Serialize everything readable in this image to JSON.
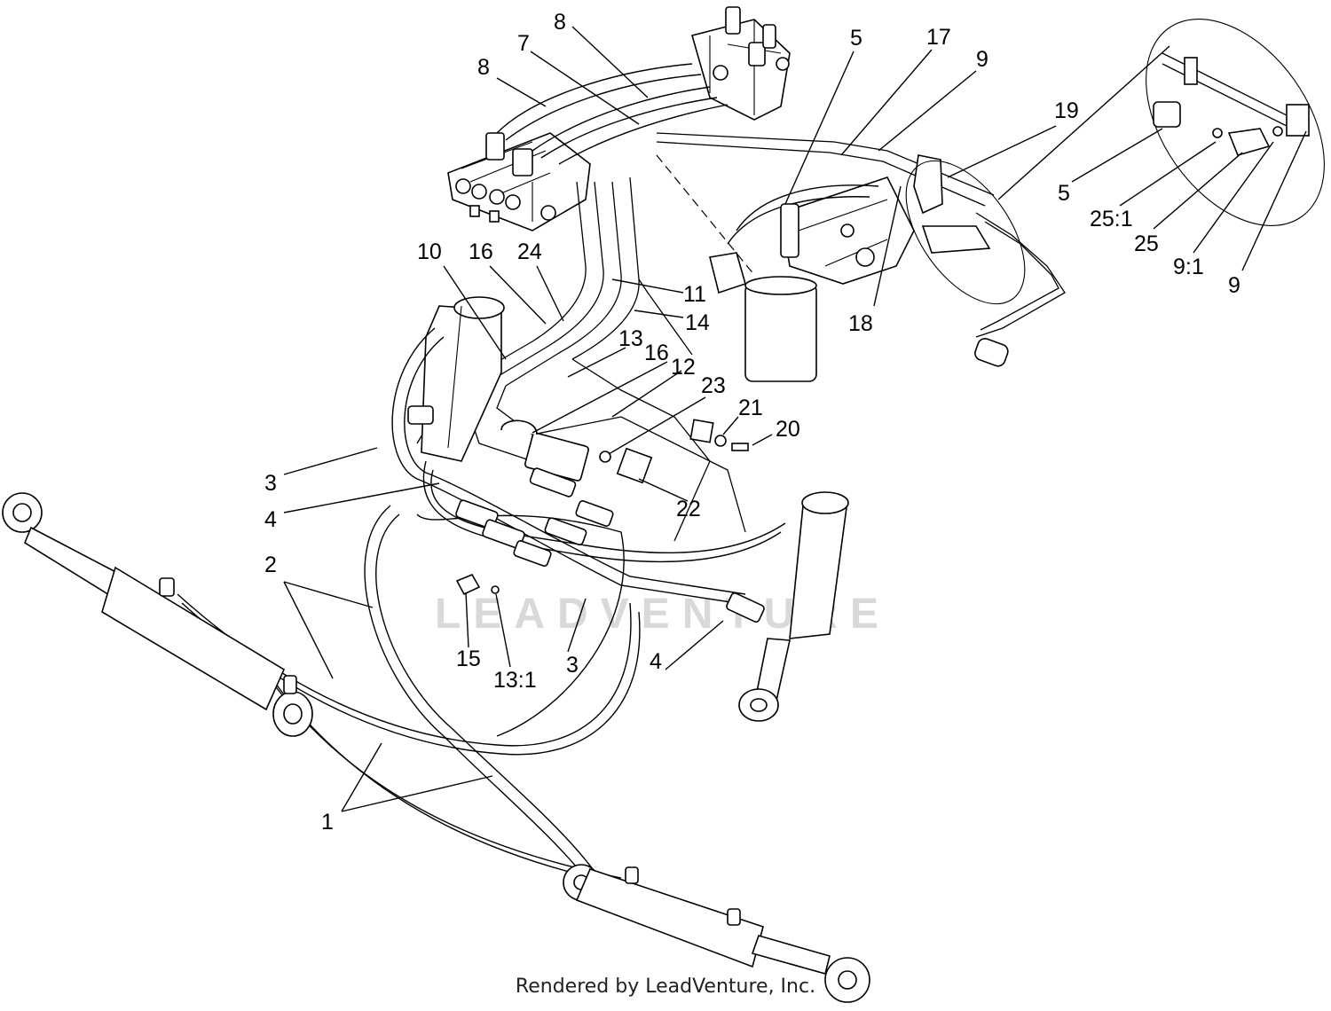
{
  "watermark": "LEADVENTURE",
  "footer": "Rendered by LeadVenture, Inc.",
  "callouts": [
    "8",
    "7",
    "8",
    "5",
    "17",
    "9",
    "19",
    "5",
    "25:1",
    "25",
    "9:1",
    "9",
    "10",
    "16",
    "24",
    "11",
    "14",
    "13",
    "16",
    "12",
    "23",
    "21",
    "20",
    "18",
    "3",
    "22",
    "4",
    "2",
    "15",
    "13:1",
    "3",
    "4",
    "1"
  ]
}
